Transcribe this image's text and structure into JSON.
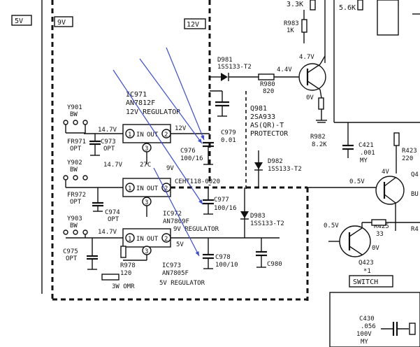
{
  "rails": {
    "r5v": "5V",
    "r9v": "9V",
    "r12v": "12V"
  },
  "top": {
    "v33": "3.3K",
    "r56": "5.6K",
    "r983": "R983",
    "r983v": "1K"
  },
  "q981": {
    "d981": "D981",
    "d981p": "1SS133-T2",
    "v44": "4.4V",
    "r980": "R980",
    "r980v": "820",
    "v47": "4.7V",
    "v0": "0V",
    "q": "Q981",
    "qp": "2SA933",
    "qp2": "AS(QR)-T",
    "func": "PROTECTOR",
    "r982": "R982",
    "r982v": "8.2K"
  },
  "ic971": {
    "name": "IC971",
    "part": "AN7812F",
    "desc": "12V REGULATOR",
    "pin1": "1",
    "in": "IN",
    "out": "OUT",
    "pin2": "2",
    "pin3": "3",
    "vin": "14.7V",
    "vout": "12V"
  },
  "left": {
    "y901": "Y901",
    "bw1": "BW",
    "fr971": "FR971",
    "opt1": "OPT",
    "c973": "C973",
    "opt2": "OPT",
    "y902": "Y902",
    "bw2": "BW",
    "fr972": "FR972",
    "opt3": "OPT",
    "c974": "C974",
    "opt4": "OPT",
    "y903": "Y903",
    "bw3": "BW",
    "c975": "C975",
    "opt5": "OPT"
  },
  "caps": {
    "c979": "C979",
    "c979v": "0.01",
    "c976": "C976",
    "c976v": "100/16",
    "c977": "C977",
    "c977v": "100/16",
    "c978": "C978",
    "c978v": "100/10",
    "c980": "C980"
  },
  "diodes": {
    "d982": "D982",
    "d982p": "1SS133-T2",
    "d983": "D983",
    "d983p": "1SS133-T2"
  },
  "ic972": {
    "vin": "14.7V",
    "v27": "27C",
    "vout": "9V",
    "cen": "CEHT118-0020",
    "name": "IC972",
    "part": "AN7809F",
    "desc": "9V REGULATOR"
  },
  "ic973": {
    "vin": "14.7V",
    "vout": "5V",
    "r978": "R978",
    "r978v": "120",
    "omr": "3W OMR",
    "name": "IC973",
    "part": "AN7805F",
    "desc": "5V REGULATOR"
  },
  "right": {
    "c421": "C421",
    "c421v": ".001",
    "my": "MY",
    "r423": "R423",
    "r423v": "220",
    "v4": "4V",
    "q4": "Q4",
    "bu": "BU",
    "v05a": "0.5V",
    "v05b": "0.5V",
    "r425": "R425",
    "r425v": "33",
    "v0b": "0V",
    "q423": "Q423",
    "star": "*1",
    "sw": "SWITCH",
    "r4": "R4",
    "c430": "C430",
    "c430v": ".056",
    "v100": "100V",
    "my2": "MY"
  },
  "colors": {
    "annotation_arrow": "#3a4bd8"
  }
}
